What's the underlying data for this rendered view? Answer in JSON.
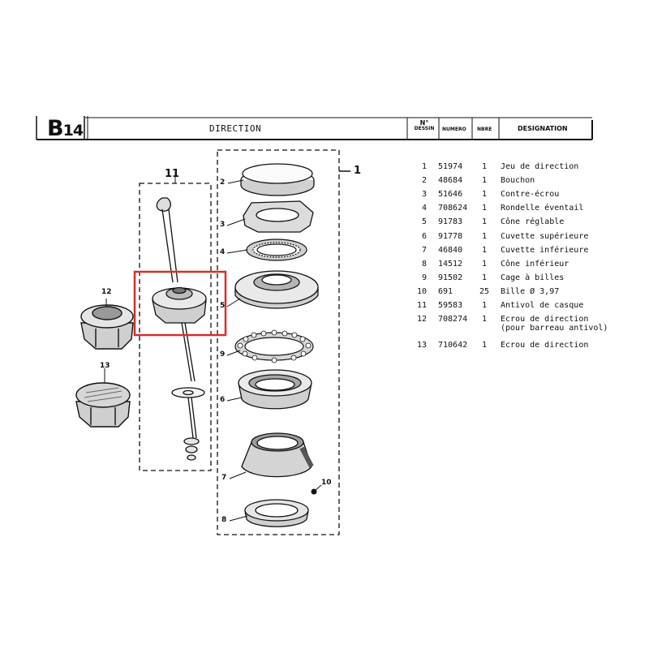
{
  "header": {
    "code": "B",
    "code_sub": "14",
    "title": "DIRECTION",
    "col_num_line1": "N°",
    "col_num_line2": "DESSIN",
    "col_numero": "NUMERO",
    "col_nbre": "NBRE",
    "col_designation": "DESIGNATION"
  },
  "parts": [
    {
      "pos": "1",
      "ref": "51974",
      "qty": "1",
      "desc": "Jeu de direction"
    },
    {
      "pos": "2",
      "ref": "48684",
      "qty": "1",
      "desc": "Bouchon"
    },
    {
      "pos": "3",
      "ref": "51646",
      "qty": "1",
      "desc": "Contre-écrou"
    },
    {
      "pos": "4",
      "ref": "708624",
      "qty": "1",
      "desc": "Rondelle éventail"
    },
    {
      "pos": "5",
      "ref": "91783",
      "qty": "1",
      "desc": "Cône réglable"
    },
    {
      "pos": "6",
      "ref": "91778",
      "qty": "1",
      "desc": "Cuvette supérieure"
    },
    {
      "pos": "7",
      "ref": "46840",
      "qty": "1",
      "desc": "Cuvette inférieure"
    },
    {
      "pos": "8",
      "ref": "14512",
      "qty": "1",
      "desc": "Cône inférieur"
    },
    {
      "pos": "9",
      "ref": "91502",
      "qty": "1",
      "desc": "Cage à billes"
    },
    {
      "pos": "10",
      "ref": "691",
      "qty": "25",
      "desc": "Bille Ø 3,97"
    },
    {
      "pos": "11",
      "ref": "59583",
      "qty": "1",
      "desc": "Antivol de casque"
    },
    {
      "pos": "12",
      "ref": "708274",
      "qty": "1",
      "desc": "Ecrou de direction",
      "desc2": "(pour barreau antivol)"
    },
    {
      "pos": "13",
      "ref": "710642",
      "qty": "1",
      "desc": "Ecrou de direction"
    }
  ],
  "diagram": {
    "group_label_1": "1",
    "group_label_11": "11",
    "callouts": {
      "c2": "2",
      "c3": "3",
      "c4": "4",
      "c5": "5",
      "c6": "6",
      "c7": "7",
      "c8": "8",
      "c9": "9",
      "c10": "10",
      "c12": "12",
      "c13": "13"
    },
    "highlight_color": "#d32f2f"
  }
}
